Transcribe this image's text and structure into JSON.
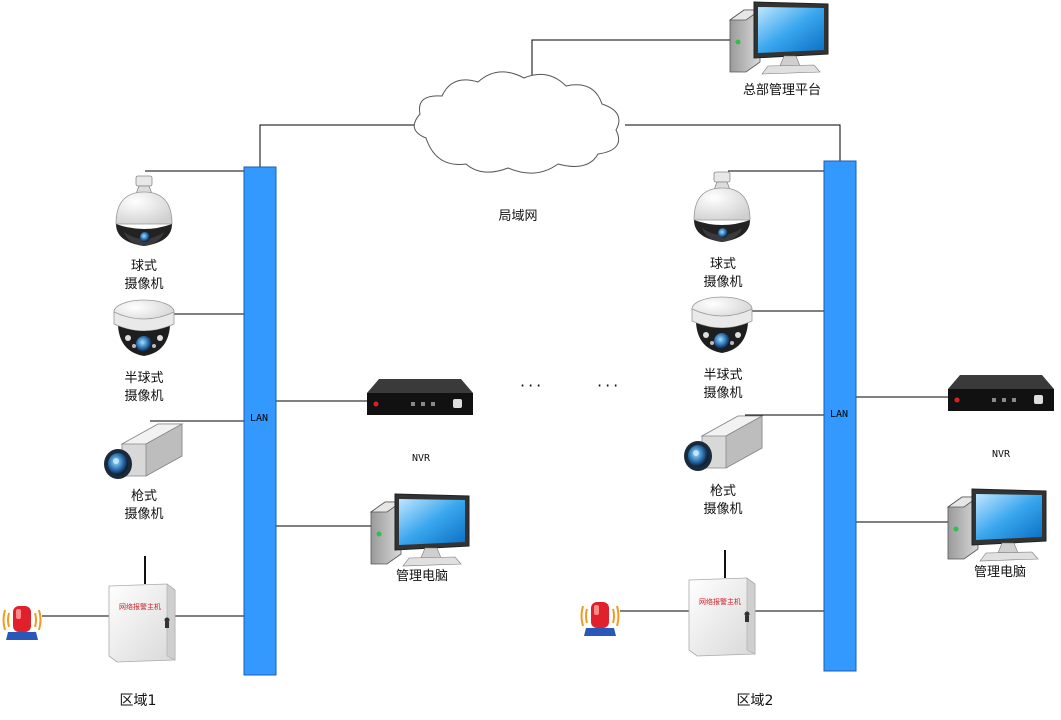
{
  "hq": {
    "label": "总部管理平台"
  },
  "network": {
    "label": "局域网"
  },
  "dots": {
    "left": "···",
    "right": "···"
  },
  "zone1": {
    "name": "区域1",
    "lan": "LAN",
    "dome_camera": [
      "球式",
      "摄像机"
    ],
    "half_dome_camera": [
      "半球式",
      "摄像机"
    ],
    "bullet_camera": [
      "枪式",
      "摄像机"
    ],
    "nvr": "NVR",
    "pc": "管理电脑",
    "alarm_host": "网络报警主机"
  },
  "zone2": {
    "name": "区域2",
    "lan": "LAN",
    "dome_camera": [
      "球式",
      "摄像机"
    ],
    "half_dome_camera": [
      "半球式",
      "摄像机"
    ],
    "bullet_camera": [
      "枪式",
      "摄像机"
    ],
    "nvr": "NVR",
    "pc": "管理电脑",
    "alarm_host": "网络报警主机"
  },
  "colors": {
    "lan_bar": "#3399ff",
    "lan_border": "#1a5fb0",
    "line": "#000000",
    "alarm_red": "#e0202a",
    "alarm_text": "#d0202a"
  },
  "icons": [
    "cloud-icon",
    "monitor-icon",
    "dome-camera-icon",
    "half-dome-camera-icon",
    "bullet-camera-icon",
    "nvr-icon",
    "alarm-host-icon",
    "alarm-light-icon"
  ]
}
